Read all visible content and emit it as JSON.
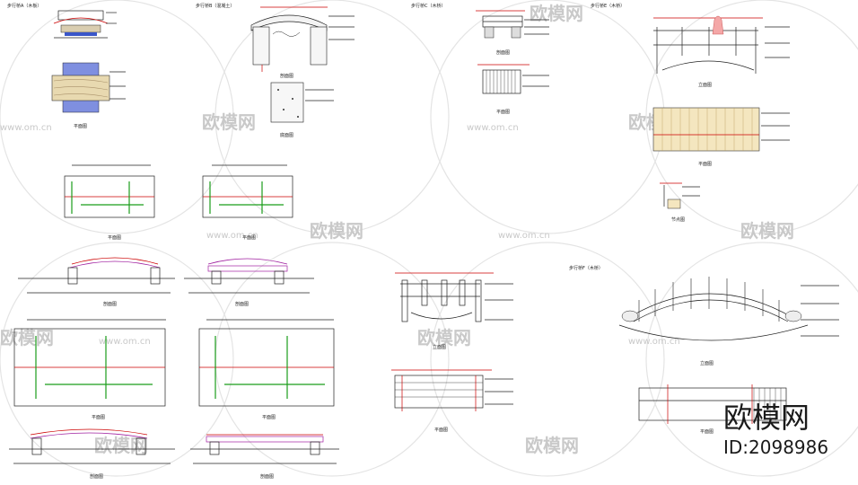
{
  "watermark": {
    "brand": "欧模网",
    "url": "www.om.cn"
  },
  "corner": {
    "brand": "欧模网",
    "id": "ID:2098986"
  },
  "sheet_titles": [
    "步行桥A（木板）",
    "步行桥B（混凝土）",
    "步行桥C（木桥）",
    "步行桥E（木桥）",
    "步行桥F（木桥）"
  ],
  "view_labels": {
    "section": "剖面图",
    "plan": "平面图",
    "elevation": "立面图",
    "detail": "节点图",
    "base": "底面图"
  }
}
